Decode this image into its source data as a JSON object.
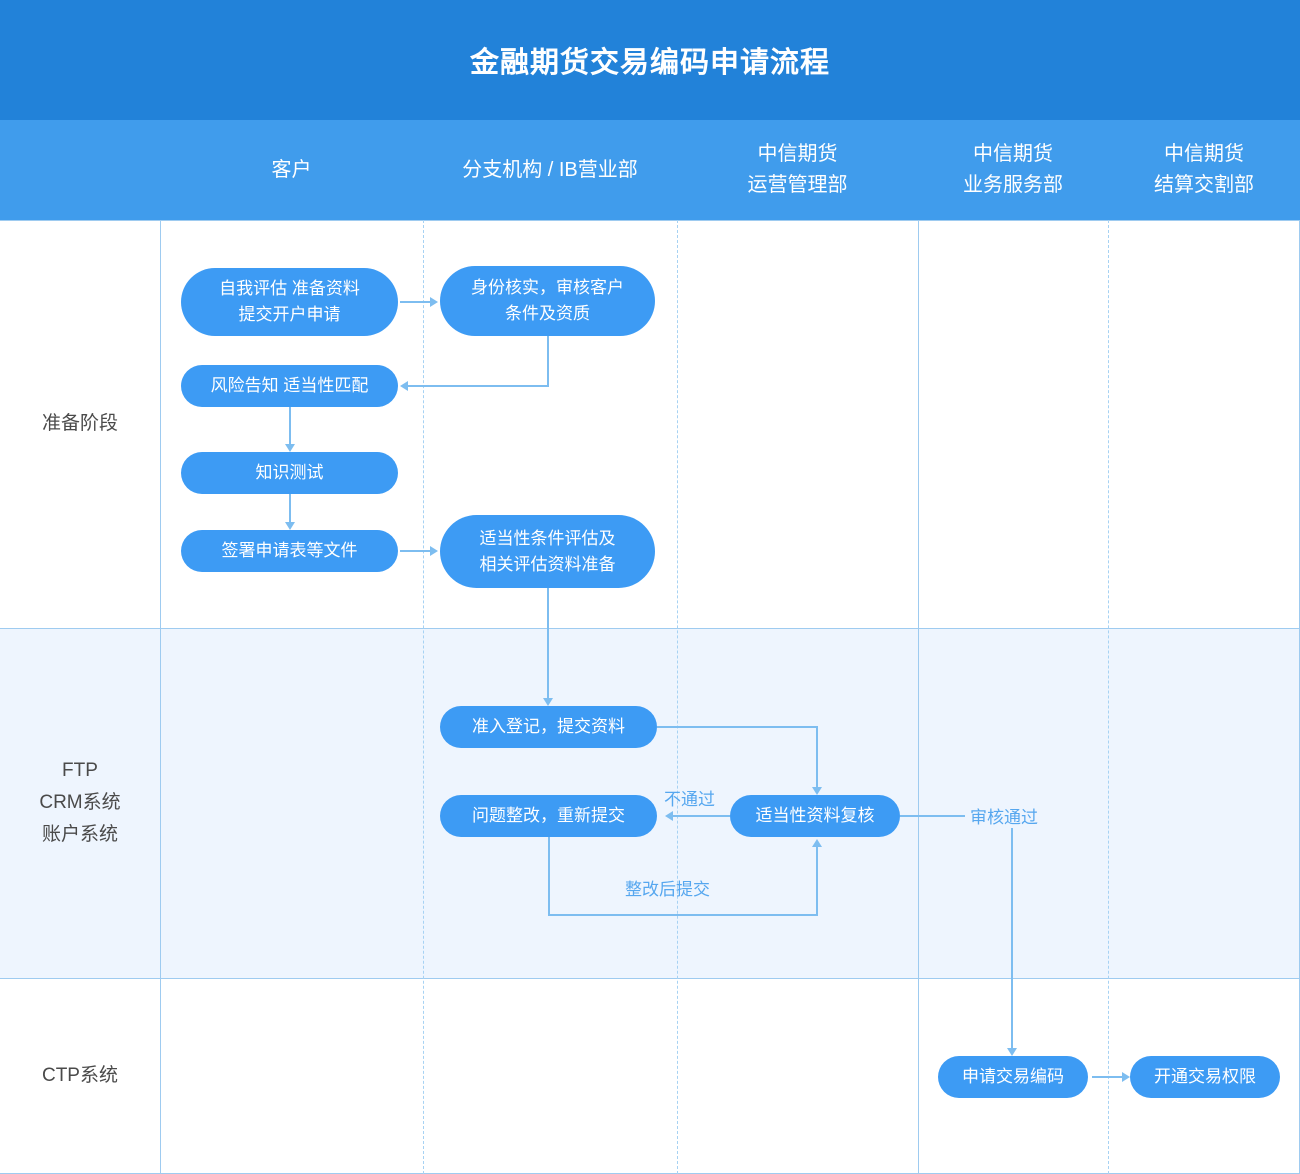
{
  "title": "金融期货交易编码申请流程",
  "colors": {
    "title_band": "#2282d9",
    "header_band": "#409cec",
    "node_fill": "#3d9bf4",
    "connector": "#7dbdf0",
    "grid_line": "#9ecbf0",
    "shaded_row": "#eef5fe",
    "label_text": "#4a4a4a",
    "edge_label_text": "#56a7ef"
  },
  "columns": [
    {
      "id": "stage",
      "label": ""
    },
    {
      "id": "customer",
      "label": "客户"
    },
    {
      "id": "branch",
      "label": "分支机构 / IB营业部"
    },
    {
      "id": "ops",
      "label": "中信期货\n运营管理部",
      "line1": "中信期货",
      "line2": "运营管理部"
    },
    {
      "id": "service",
      "label": "中信期货\n业务服务部",
      "line1": "中信期货",
      "line2": "业务服务部"
    },
    {
      "id": "settle",
      "label": "中信期货\n结算交割部",
      "line1": "中信期货",
      "line2": "结算交割部"
    }
  ],
  "rows": [
    {
      "id": "prep",
      "label": "准备阶段",
      "lines": [
        "准备阶段"
      ],
      "shaded": false
    },
    {
      "id": "systems",
      "label": "FTP CRM系统 账户系统",
      "lines": [
        "FTP",
        "CRM系统",
        "账户系统"
      ],
      "shaded": true
    },
    {
      "id": "ctp",
      "label": "CTP系统",
      "lines": [
        "CTP系统"
      ],
      "shaded": false
    }
  ],
  "nodes": [
    {
      "id": "n1",
      "row": "prep",
      "column": "customer",
      "text": "自我评估  准备资料\n提交开户申请"
    },
    {
      "id": "n2",
      "row": "prep",
      "column": "branch",
      "text": "身份核实，审核客户\n条件及资质"
    },
    {
      "id": "n3",
      "row": "prep",
      "column": "customer",
      "text": "风险告知 适当性匹配"
    },
    {
      "id": "n4",
      "row": "prep",
      "column": "customer",
      "text": "知识测试"
    },
    {
      "id": "n5",
      "row": "prep",
      "column": "customer",
      "text": "签署申请表等文件"
    },
    {
      "id": "n6",
      "row": "prep",
      "column": "branch",
      "text": "适当性条件评估及\n相关评估资料准备"
    },
    {
      "id": "n7",
      "row": "systems",
      "column": "branch",
      "text": "准入登记，提交资料"
    },
    {
      "id": "n8",
      "row": "systems",
      "column": "branch",
      "text": "问题整改，重新提交"
    },
    {
      "id": "n9",
      "row": "systems",
      "column": "ops",
      "text": "适当性资料复核"
    },
    {
      "id": "n10",
      "row": "ctp",
      "column": "service",
      "text": "申请交易编码"
    },
    {
      "id": "n11",
      "row": "ctp",
      "column": "settle",
      "text": "开通交易权限"
    }
  ],
  "edge_labels": [
    {
      "id": "e_fail",
      "text": "不通过"
    },
    {
      "id": "e_resubmit",
      "text": "整改后提交"
    },
    {
      "id": "e_pass",
      "text": "审核通过"
    }
  ]
}
